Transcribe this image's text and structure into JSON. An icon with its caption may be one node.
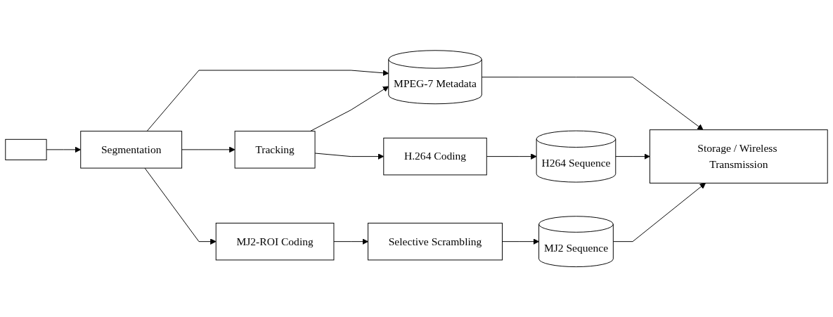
{
  "diagram": {
    "nodes": [
      {
        "text": [],
        "shape": "box"
      },
      {
        "text": [
          "Segmentation"
        ]
      },
      {
        "text": [
          "Tracking"
        ]
      },
      {
        "text": [
          "H.264 Coding"
        ]
      },
      {
        "text": [
          "MJ2-ROI Coding"
        ]
      },
      {
        "text": [
          "Selective Scrambling"
        ]
      },
      {
        "text": [
          "MPEG-7 Metadata"
        ]
      },
      {
        "text": [
          "H264 Sequence"
        ]
      },
      {
        "text": [
          "MJ2 Sequence"
        ]
      },
      {
        "text": [
          "Storage / Wireless Transmission"
        ]
      }
    ],
    "edges": [
      {
        "from": 0,
        "to": 1,
        "arrow": "to"
      },
      {
        "from": 1,
        "to": 6,
        "arrow": "to"
      },
      {
        "from": 1,
        "to": 2,
        "arrow": "to"
      },
      {
        "from": 2,
        "to": 6,
        "arrow": "to"
      },
      {
        "from": 2,
        "to": 3,
        "arrow": "to"
      },
      {
        "from": 3,
        "to": 7,
        "arrow": "to"
      },
      {
        "from": 1,
        "to": 4,
        "arrow": "to"
      },
      {
        "from": 4,
        "to": 5,
        "arrow": "to"
      },
      {
        "from": 5,
        "to": 8,
        "arrow": "to"
      },
      {
        "from": 6,
        "to": 9,
        "arrow": "to"
      },
      {
        "from": 7,
        "to": 9,
        "arrow": "to"
      },
      {
        "from": 8,
        "to": 9,
        "arrow": "to"
      }
    ]
  }
}
